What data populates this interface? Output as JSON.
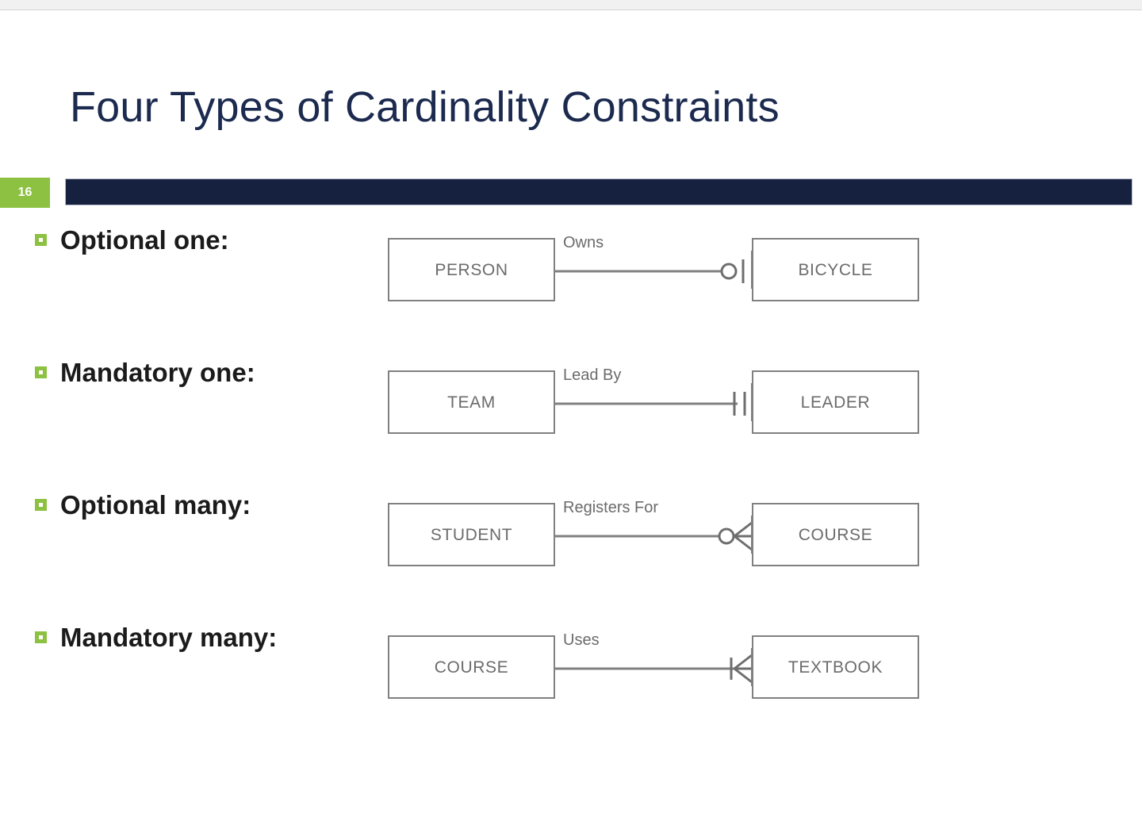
{
  "window": {
    "chrome_strip": "browser-chrome-strip"
  },
  "slide": {
    "number": "16",
    "title": "Four Types of Cardinality Constraints",
    "accent_green": "#8cc141",
    "accent_navy": "#15213f",
    "title_color": "#1b2a4e",
    "diagram_stroke": "#808080",
    "rows": [
      {
        "label": "Optional one:",
        "left_entity": "PERSON",
        "relationship": "Owns",
        "right_entity": "BICYCLE",
        "notation": "circle-and-tick",
        "meaning": "zero or one"
      },
      {
        "label": "Mandatory one:",
        "left_entity": "TEAM",
        "relationship": "Lead By",
        "right_entity": "LEADER",
        "notation": "double-tick",
        "meaning": "exactly one"
      },
      {
        "label": "Optional many:",
        "left_entity": "STUDENT",
        "relationship": "Registers For",
        "right_entity": "COURSE",
        "notation": "circle-and-crowsfoot",
        "meaning": "zero or many"
      },
      {
        "label": "Mandatory many:",
        "left_entity": "COURSE",
        "relationship": "Uses",
        "right_entity": "TEXTBOOK",
        "notation": "tick-and-crowsfoot",
        "meaning": "one or many"
      }
    ]
  }
}
